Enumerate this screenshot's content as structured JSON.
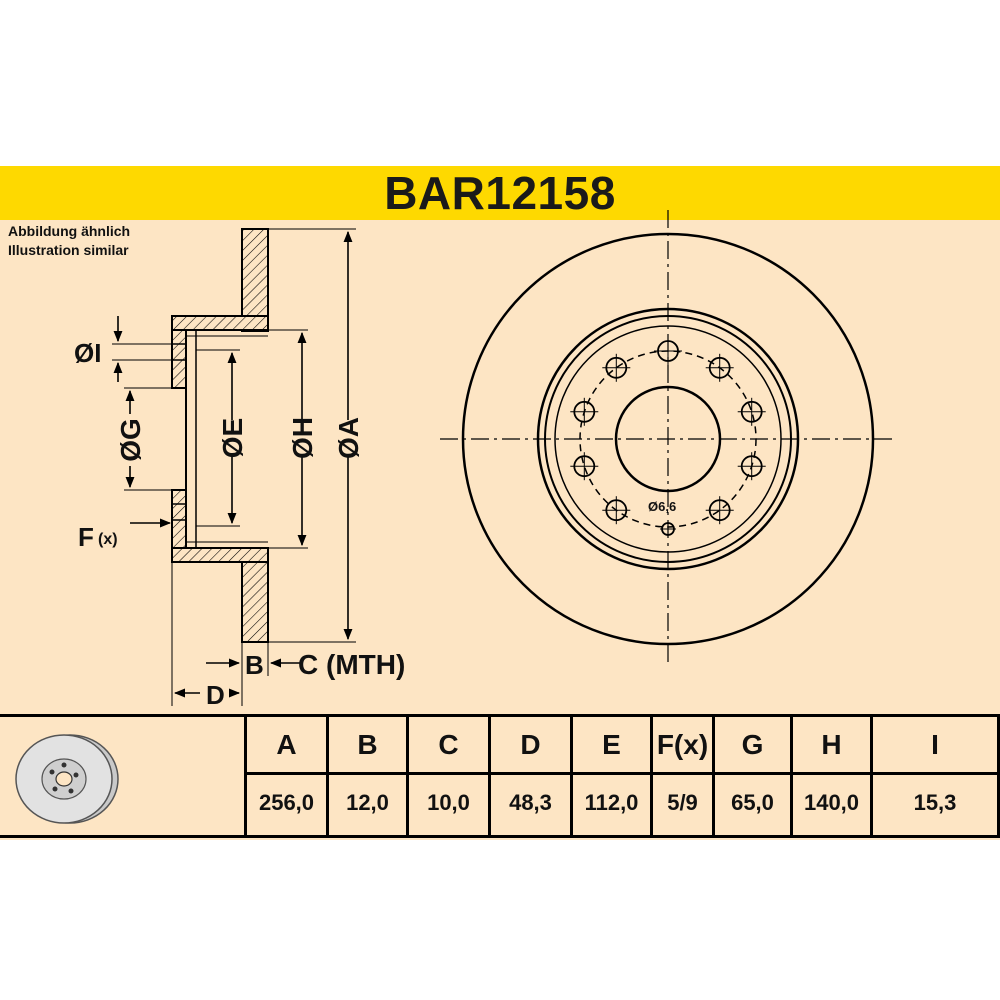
{
  "title": "BAR12158",
  "note": {
    "line1": "Abbildung ähnlich",
    "line2": "Illustration similar"
  },
  "diagram_labels": {
    "dim_I": "ØI",
    "dim_G": "ØG",
    "dim_E": "ØE",
    "dim_H": "ØH",
    "dim_A": "ØA",
    "dim_F": "F",
    "dim_F_sub": "(x)",
    "dim_B": "B",
    "dim_C": "C (MTH)",
    "dim_D": "D",
    "hole_label": "Ø6,6"
  },
  "table": {
    "headers": [
      "A",
      "B",
      "C",
      "D",
      "E",
      "F(x)",
      "G",
      "H",
      "I"
    ],
    "values": [
      "256,0",
      "12,0",
      "10,0",
      "48,3",
      "112,0",
      "5/9",
      "65,0",
      "140,0",
      "15,3"
    ]
  },
  "colors": {
    "sheet": "#fde5c4",
    "title_bar": "#fed900",
    "ink": "#000000"
  }
}
